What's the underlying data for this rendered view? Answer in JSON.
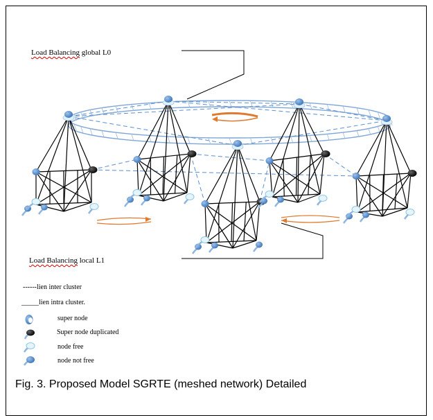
{
  "labels": {
    "global": {
      "prefix": "Load Balancing",
      "suffix": " global L0"
    },
    "local": {
      "prefix": "Load Balancing",
      "suffix": " local L1"
    }
  },
  "legend": [
    {
      "icon": "dash-line",
      "text": "------lien inter cluster"
    },
    {
      "icon": "solid-line",
      "text": "_____lien intra cluster."
    },
    {
      "icon": "super-node",
      "text": "super node"
    },
    {
      "icon": "super-node-duplicated",
      "text": "Super node duplicated"
    },
    {
      "icon": "node-free",
      "text": "node free"
    },
    {
      "icon": "node-not-free",
      "text": "node not free"
    }
  ],
  "caption": "Fig. 3.  Proposed Model SGRTE (meshed network) Detailed",
  "colors": {
    "ring": "#7fa6d8",
    "cluster_edge": "#000000",
    "inter_cluster": "#5b8fd0",
    "arrow": "#e07a2e",
    "node_blue": "#4a86c8",
    "node_black": "#111111",
    "node_free": "#cfeaf4"
  }
}
